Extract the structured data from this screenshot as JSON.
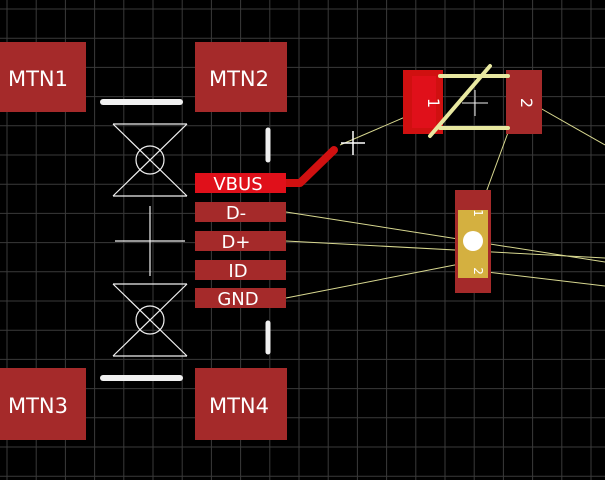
{
  "editor": {
    "background_color": "#000000",
    "grid_color": "#3a3a3a",
    "pad_color": "#a52a2a",
    "selected_pad_color": "#e0101a",
    "silkscreen_color": "#f0f0f0",
    "ratsnest_color": "#d8d890",
    "trace_color": "#d01010",
    "copper_top_color": "#d4b040",
    "silk_outline_color": "#e8e8a0"
  },
  "usb_connector": {
    "mounting_pads": [
      {
        "label": "MTN1"
      },
      {
        "label": "MTN2"
      },
      {
        "label": "MTN3"
      },
      {
        "label": "MTN4"
      }
    ],
    "signal_pads": [
      {
        "label": "VBUS",
        "selected": true
      },
      {
        "label": "D-",
        "selected": false
      },
      {
        "label": "D+",
        "selected": false
      },
      {
        "label": "ID",
        "selected": false
      },
      {
        "label": "GND",
        "selected": false
      }
    ]
  },
  "diode": {
    "pad_1_label": "1",
    "pad_2_label": "2"
  },
  "led": {
    "pad_1_label": "1",
    "pad_2_label": "2"
  },
  "cursor": {
    "icon": "crosshair-icon"
  }
}
